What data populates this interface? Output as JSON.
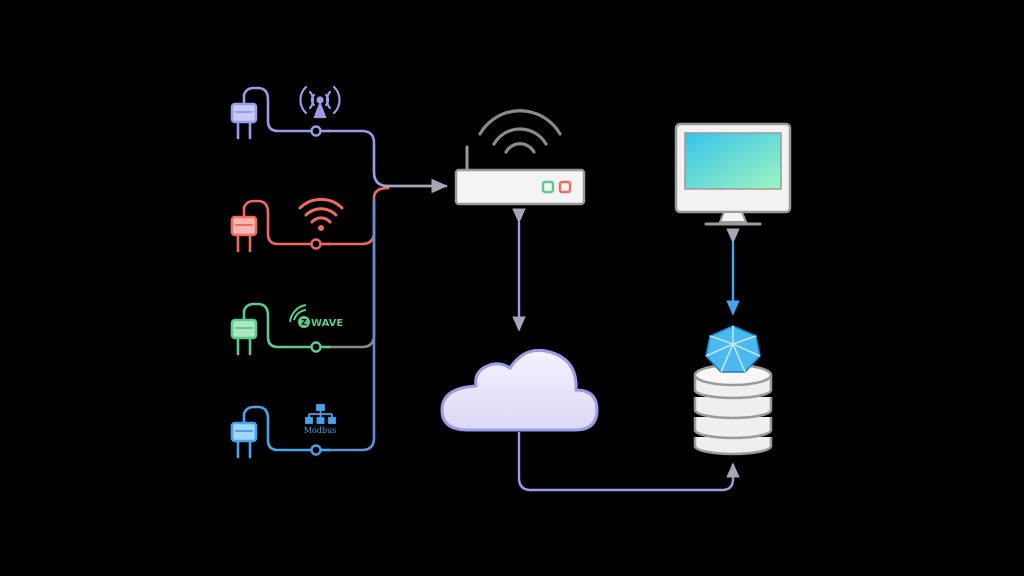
{
  "diagram": {
    "background": "#000000",
    "devices": [
      {
        "id": "wifi-sensor",
        "protocol": "radio-antenna",
        "color": "#9A9BE9",
        "icon": "plug-icon",
        "protocol_icon": "antenna-icon"
      },
      {
        "id": "wifi-device",
        "protocol": "wifi",
        "color": "#EF6A5F",
        "icon": "plug-icon",
        "protocol_icon": "wifi-icon"
      },
      {
        "id": "zwave-device",
        "protocol": "zwave",
        "color": "#5FCB8A",
        "icon": "plug-icon",
        "protocol_icon": "zwave-logo"
      },
      {
        "id": "modbus-device",
        "protocol": "modbus",
        "color": "#45A4EE",
        "icon": "plug-icon",
        "protocol_icon": "modbus-icon"
      }
    ],
    "labels": {
      "zwave": "WAVE",
      "zwave_letter": "Z",
      "modbus": "Modbus"
    },
    "nodes": {
      "router": {
        "icon": "router-icon",
        "light_colors": [
          "#5FCB8A",
          "#EF6A5F"
        ]
      },
      "cloud": {
        "icon": "cloud-icon"
      },
      "monitor": {
        "icon": "monitor-icon"
      },
      "database": {
        "icon": "database-icon",
        "gem_color": "#4BB8F0"
      }
    },
    "colors": {
      "connector": "#8F8FB8",
      "node_stroke": "#9A9A9A",
      "node_fill": "#F2F2F2",
      "screen_gradient": [
        "#3CC7E8",
        "#8FF2C4"
      ],
      "cloud_fill": "#E9E6FA",
      "cloud_stroke": "#9A9BE9",
      "db_link": "#45A4EE"
    }
  }
}
